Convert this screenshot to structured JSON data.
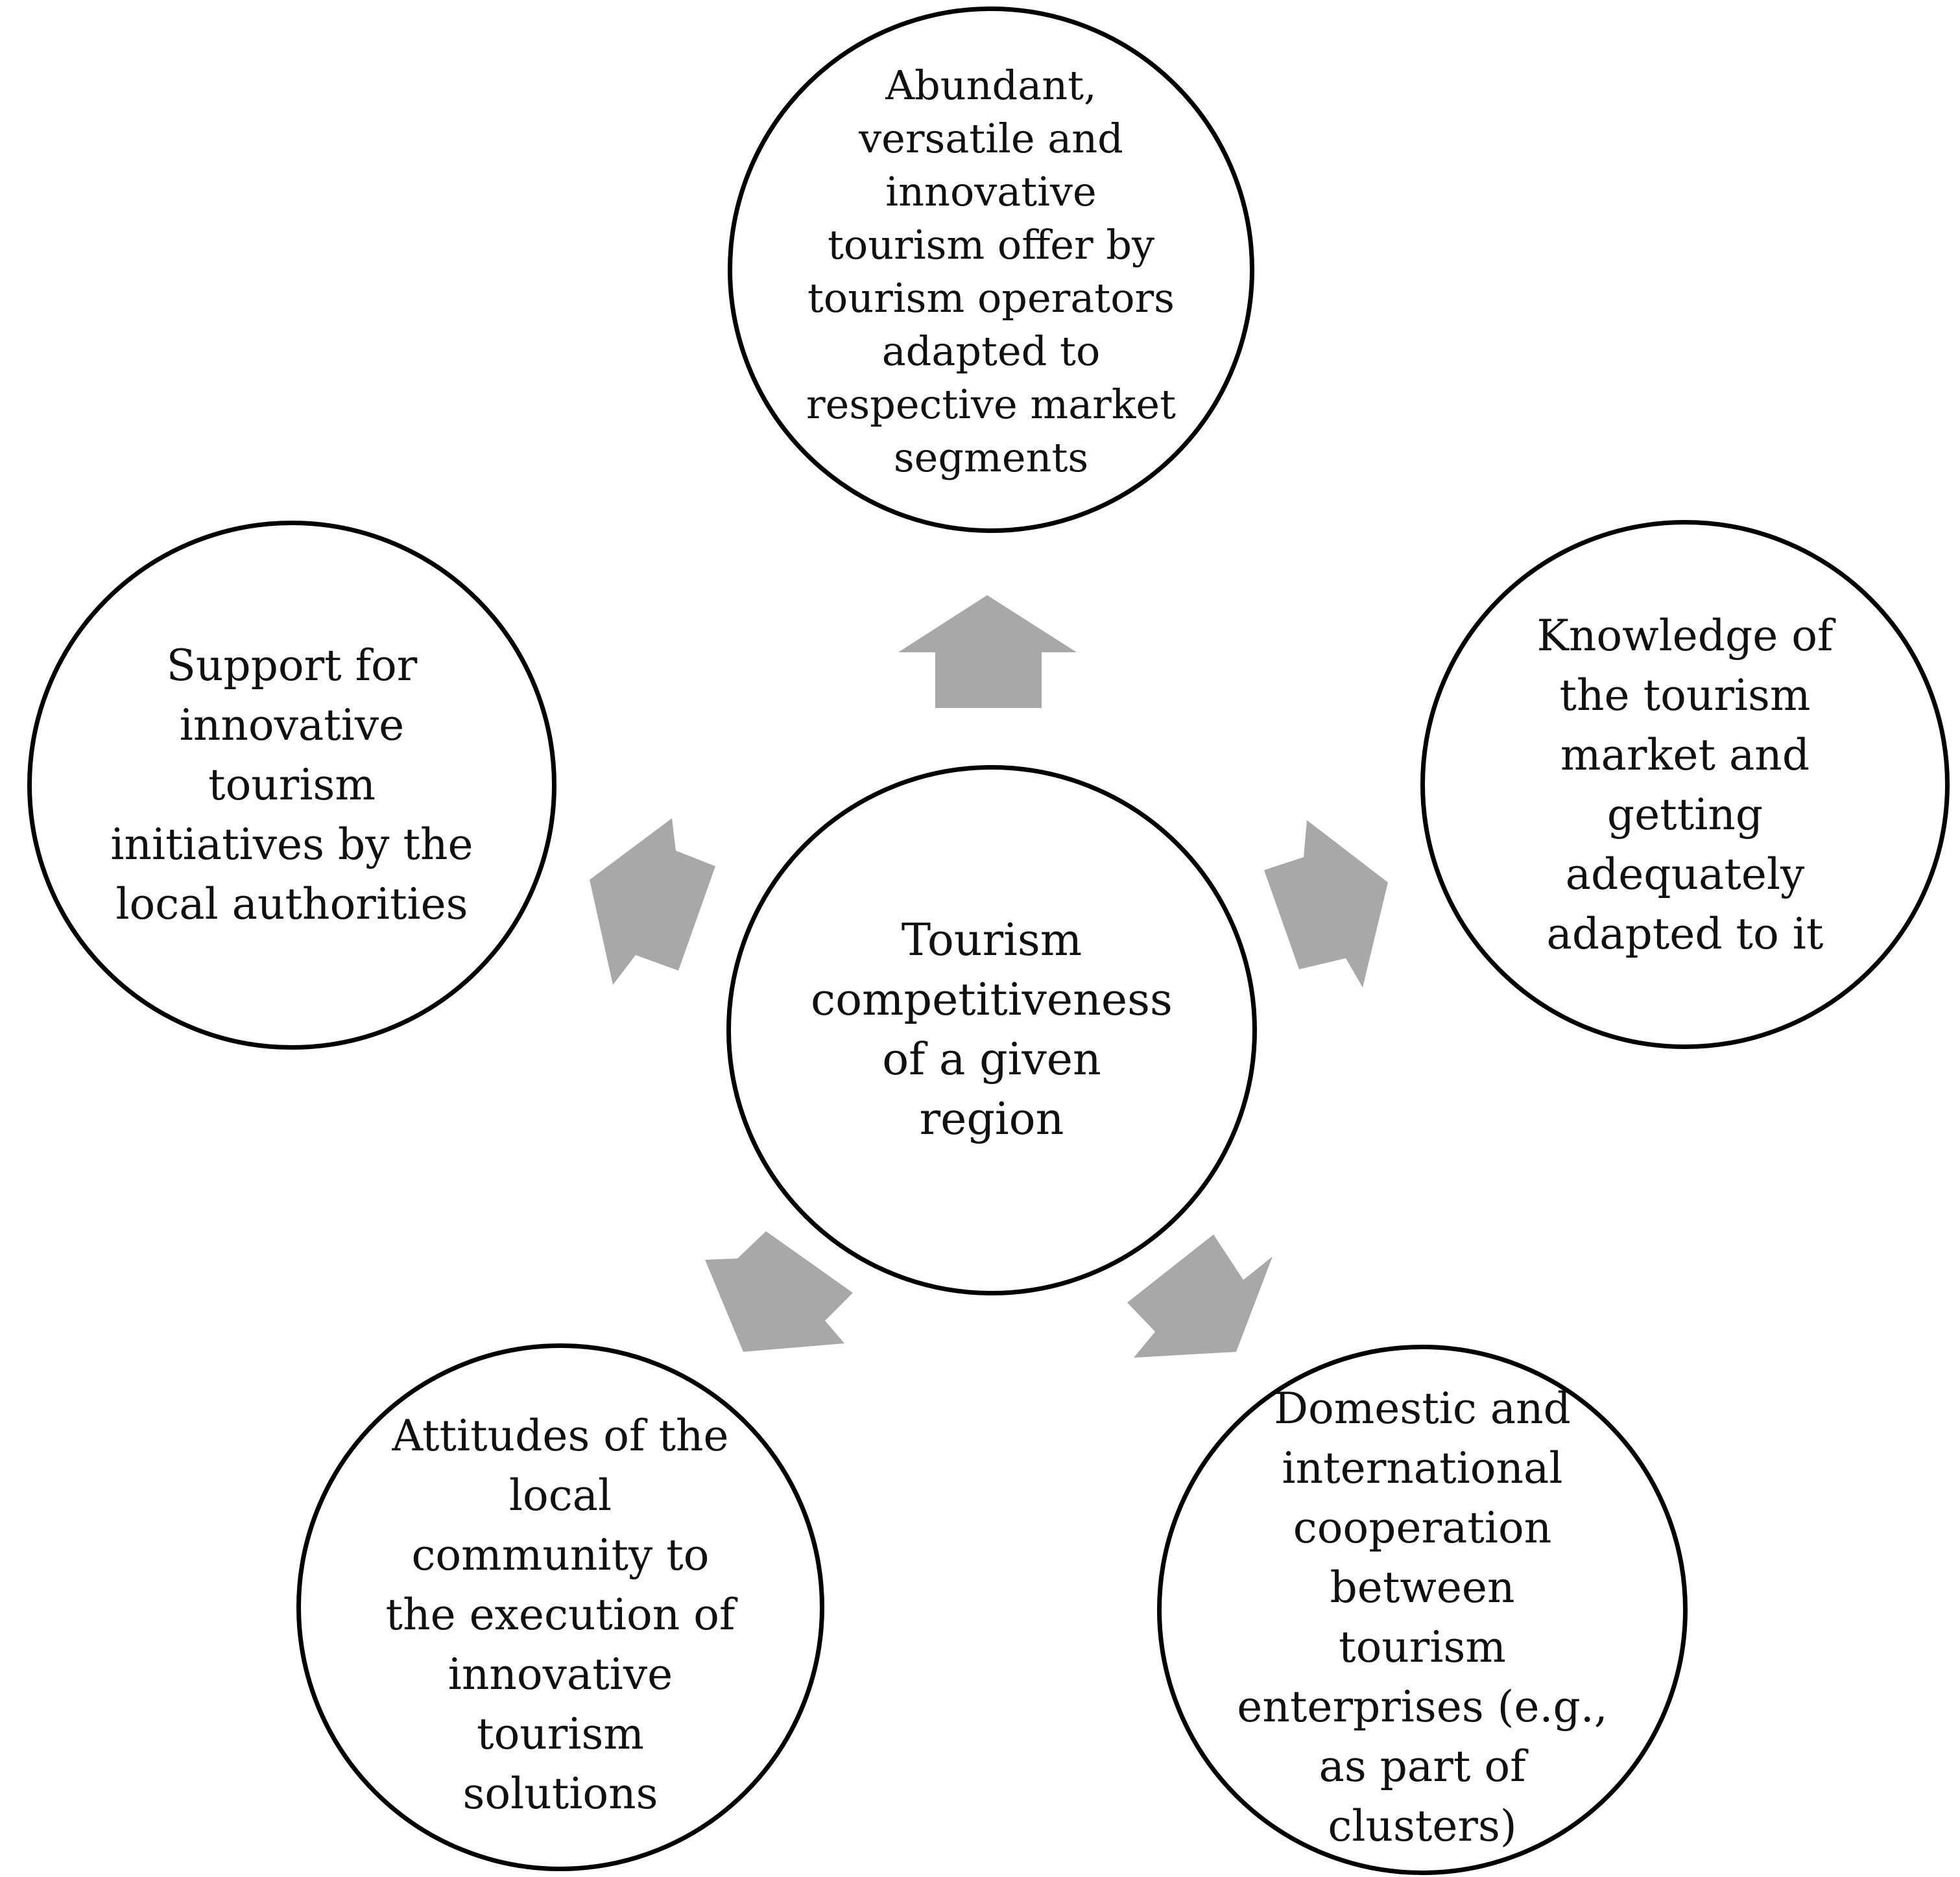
{
  "diagram": {
    "center": "Tourism\ncompetitiveness\nof a given\nregion",
    "top": "Abundant,\nversatile and\ninnovative\ntourism offer by\ntourism operators\nadapted to\nrespective market\nsegments",
    "left": "Support for\ninnovative\ntourism\ninitiatives by the\nlocal authorities",
    "right": "Knowledge of\nthe tourism\nmarket and\ngetting\nadequately\nadapted to it",
    "bottom_left": "Attitudes of the\nlocal\ncommunity to\nthe execution of\ninnovative\ntourism\nsolutions",
    "bottom_right": "Domestic and\ninternational\ncooperation\nbetween\ntourism\nenterprises (e.g.,\nas part of\nclusters)"
  },
  "colors": {
    "arrow_fill": "#a8a8a8",
    "circle_stroke": "#000000",
    "text": "#111111"
  }
}
